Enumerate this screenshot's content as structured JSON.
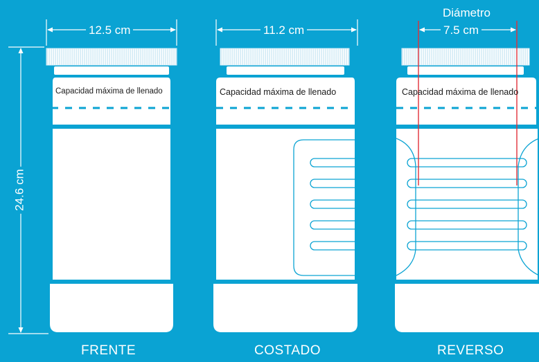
{
  "dimensions": {
    "front_width": "12.5 cm",
    "side_width": "11.2 cm",
    "diameter_title": "Diámetro",
    "diameter_value": "7.5 cm",
    "height": "24.6 cm"
  },
  "capacity_label": "Capacidad máxima de llenado",
  "views": {
    "front": "FRENTE",
    "side": "COSTADO",
    "back": "REVERSO"
  },
  "colors": {
    "background": "#0aa3d3",
    "bottle": "#ffffff",
    "fill_line": "#0aa3d3",
    "diameter_lines": "#e0303a"
  }
}
